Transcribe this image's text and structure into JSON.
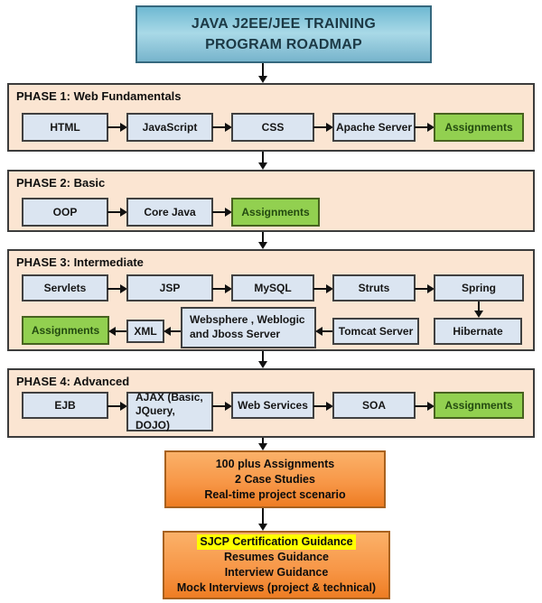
{
  "title": {
    "line1": "JAVA J2EE/JEE TRAINING",
    "line2": "PROGRAM ROADMAP"
  },
  "phase1": {
    "label": "PHASE 1: Web Fundamentals",
    "box1": "HTML",
    "box2": "JavaScript",
    "box3": "CSS",
    "box4": "Apache Server",
    "box5": "Assignments"
  },
  "phase2": {
    "label": "PHASE 2: Basic",
    "box1": "OOP",
    "box2": "Core Java",
    "box3": "Assignments"
  },
  "phase3": {
    "label": "PHASE 3: Intermediate",
    "box1": "Servlets",
    "box2": "JSP",
    "box3": "MySQL",
    "box4": "Struts",
    "box5": "Spring",
    "assignments": "Assignments",
    "xml": "XML",
    "websphere_line1": "Websphere , Weblogic",
    "websphere_line2": "and Jboss Server",
    "tomcat": "Tomcat Server",
    "hibernate": "Hibernate"
  },
  "phase4": {
    "label": "PHASE 4: Advanced",
    "box1": "EJB",
    "box2_line1": "AJAX (Basic,",
    "box2_line2": "JQuery, DOJO)",
    "box3": "Web Services",
    "box4": "SOA",
    "box5": "Assignments"
  },
  "summary1": {
    "line1": "100 plus Assignments",
    "line2": "2 Case Studies",
    "line3": "Real-time project scenario"
  },
  "summary2": {
    "line1": "SJCP Certification Guidance",
    "line2": "Resumes Guidance",
    "line3": "Interview Guidance",
    "line4": "Mock Interviews (project & technical)"
  },
  "colors": {
    "title_fill": "#7CC0D8",
    "phase_fill": "#FBE5D2",
    "node_fill": "#DBE5F1",
    "node_border": "#404040",
    "assignment_fill": "#92D050",
    "orange_fill": "#F79646",
    "highlight": "#FFFF00",
    "arrow": "#111111"
  }
}
